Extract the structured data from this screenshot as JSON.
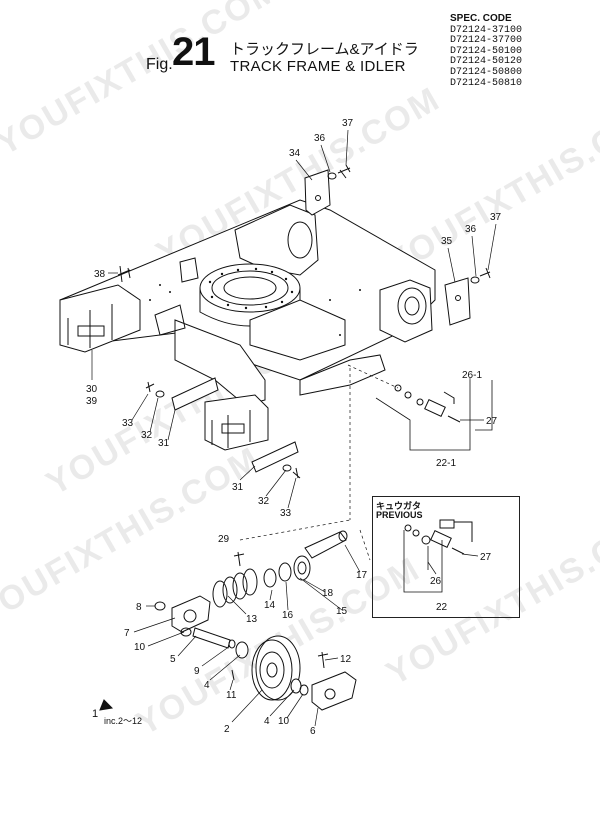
{
  "header": {
    "fig_prefix": "Fig.",
    "fig_number": "21",
    "title_jp": "トラックフレーム&アイドラ",
    "title_en": "TRACK FRAME & IDLER"
  },
  "spec": {
    "title": "SPEC. CODE",
    "codes": [
      "D72124-37100",
      "D72124-37700",
      "D72124-50100",
      "D72124-50120",
      "D72124-50800",
      "D72124-50810"
    ]
  },
  "watermark": "YOUFIXTHIS.COM",
  "previous_box": {
    "label_jp": "キュウガタ",
    "label_en": "PREVIOUS"
  },
  "assembly": {
    "number": "1",
    "note": "inc.2～12"
  },
  "callouts": [
    {
      "id": "c37a",
      "text": "37"
    },
    {
      "id": "c36a",
      "text": "36"
    },
    {
      "id": "c34",
      "text": "34"
    },
    {
      "id": "c37b",
      "text": "37"
    },
    {
      "id": "c36b",
      "text": "36"
    },
    {
      "id": "c35",
      "text": "35"
    },
    {
      "id": "c38",
      "text": "38"
    },
    {
      "id": "c30",
      "text": "30"
    },
    {
      "id": "c39",
      "text": "39"
    },
    {
      "id": "c33a",
      "text": "33"
    },
    {
      "id": "c32a",
      "text": "32"
    },
    {
      "id": "c31a",
      "text": "31"
    },
    {
      "id": "c26-1",
      "text": "26-1"
    },
    {
      "id": "c27a",
      "text": "27"
    },
    {
      "id": "c22-1",
      "text": "22-1"
    },
    {
      "id": "c31b",
      "text": "31"
    },
    {
      "id": "c32b",
      "text": "32"
    },
    {
      "id": "c33b",
      "text": "33"
    },
    {
      "id": "c29",
      "text": "29"
    },
    {
      "id": "c17",
      "text": "17"
    },
    {
      "id": "c18",
      "text": "18"
    },
    {
      "id": "c15",
      "text": "15"
    },
    {
      "id": "c14",
      "text": "14"
    },
    {
      "id": "c16",
      "text": "16"
    },
    {
      "id": "c13",
      "text": "13"
    },
    {
      "id": "c8",
      "text": "8"
    },
    {
      "id": "c7",
      "text": "7"
    },
    {
      "id": "c10a",
      "text": "10"
    },
    {
      "id": "c5",
      "text": "5"
    },
    {
      "id": "c9",
      "text": "9"
    },
    {
      "id": "c4a",
      "text": "4"
    },
    {
      "id": "c11",
      "text": "11"
    },
    {
      "id": "c2",
      "text": "2"
    },
    {
      "id": "c4b",
      "text": "4"
    },
    {
      "id": "c10b",
      "text": "10"
    },
    {
      "id": "c6",
      "text": "6"
    },
    {
      "id": "c12",
      "text": "12"
    },
    {
      "id": "c27b",
      "text": "27"
    },
    {
      "id": "c26",
      "text": "26"
    },
    {
      "id": "c22",
      "text": "22"
    }
  ]
}
